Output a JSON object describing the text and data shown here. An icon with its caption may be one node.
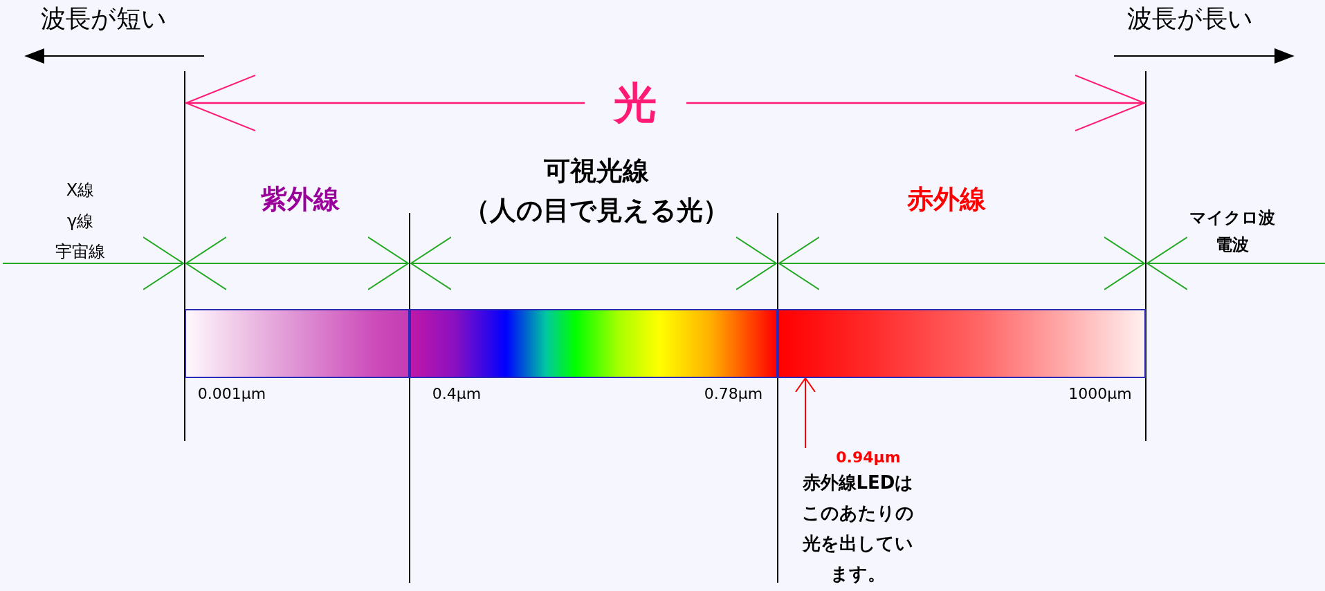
{
  "diagram": {
    "nodes": [
      {
        "text": [],
        "shape": "bar"
      },
      {
        "text": [],
        "shape": "bar"
      },
      {
        "text": [],
        "shape": "bar"
      },
      {
        "text": [
          "0.94μm",
          "赤外線LEDはこのあたりの光を出しています。"
        ]
      }
    ],
    "edges": [
      {
        "from": 3,
        "to": 2,
        "arrow": "to",
        "color": "#ff0000"
      }
    ],
    "labels": [
      "波長が短い",
      "波長が長い",
      "光",
      "可視光線",
      "X線",
      "紫外線",
      "（人の目で見える光）",
      "赤外線",
      "マイクロ波",
      "γ線",
      "電波",
      "宇宙線",
      "0.001μm",
      "0.4μm",
      "0.78μm",
      "1000μm"
    ]
  }
}
